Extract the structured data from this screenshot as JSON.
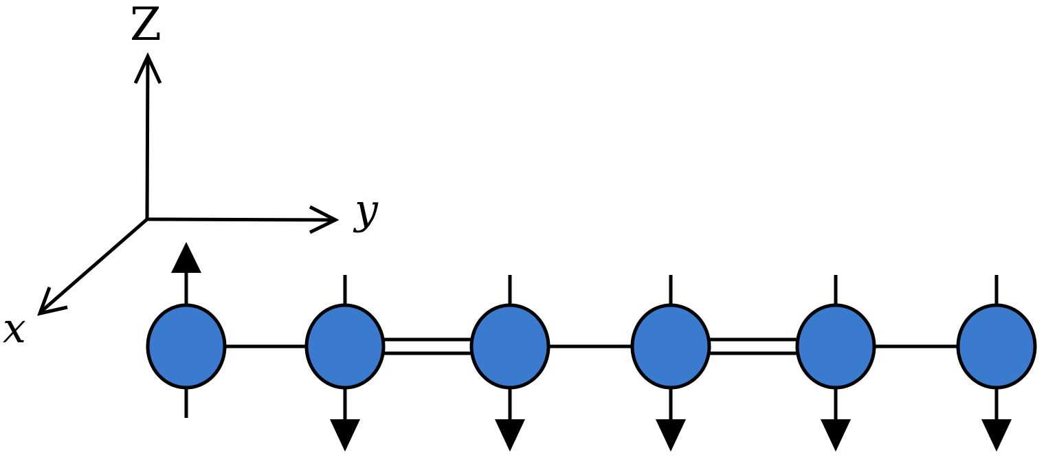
{
  "axes": {
    "z_label": "Z",
    "y_label": "y",
    "x_label": "x"
  },
  "colors": {
    "node_fill": "#3a7bcf",
    "stroke": "#000000",
    "background": "#ffffff"
  },
  "chain": {
    "nodes": [
      {
        "spin": "up"
      },
      {
        "spin": "down"
      },
      {
        "spin": "down"
      },
      {
        "spin": "down"
      },
      {
        "spin": "down"
      },
      {
        "spin": "down"
      }
    ],
    "bonds": [
      "single",
      "double",
      "single",
      "double",
      "single"
    ]
  }
}
